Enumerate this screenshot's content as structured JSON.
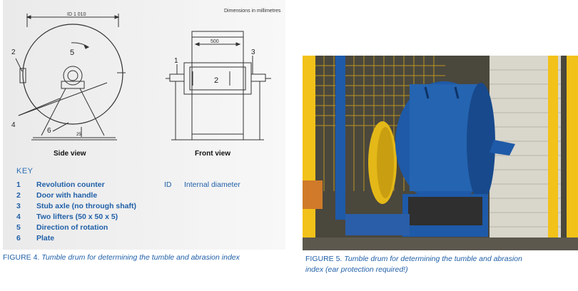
{
  "figure4": {
    "dimension_note": "Dimensions in millimetres",
    "id_dimension": "ID 1 010",
    "front_width_dimension": "500",
    "side_view_label": "Side view",
    "front_view_label": "Front view",
    "callouts_side": [
      "2",
      "5",
      "4",
      "6"
    ],
    "callouts_front": [
      "1",
      "2",
      "3"
    ],
    "small_dim": "25",
    "key_title": "KEY",
    "key_items": [
      {
        "num": "1",
        "text": "Revolution counter"
      },
      {
        "num": "2",
        "text": "Door with handle"
      },
      {
        "num": "3",
        "text": "Stub axle (no through shaft)"
      },
      {
        "num": "4",
        "text": "Two lifters (50 x 50 x 5)"
      },
      {
        "num": "5",
        "text": "Direction of rotation"
      },
      {
        "num": "6",
        "text": "Plate"
      }
    ],
    "key_extra": {
      "abbr": "ID",
      "def": "Internal diameter"
    },
    "caption_prefix": "FIGURE 4.",
    "caption_text": "Tumble drum for determining the tumble and abrasion index"
  },
  "figure5": {
    "caption_prefix": "FIGURE 5.",
    "caption_text_line1": "Tumble drum for determining the tumble and abrasion",
    "caption_text_line2": "index (ear protection required!)"
  },
  "colors": {
    "accent": "#1f5fa8",
    "drum_blue": "#1e5aa8",
    "frame_yellow": "#f2c21a"
  }
}
